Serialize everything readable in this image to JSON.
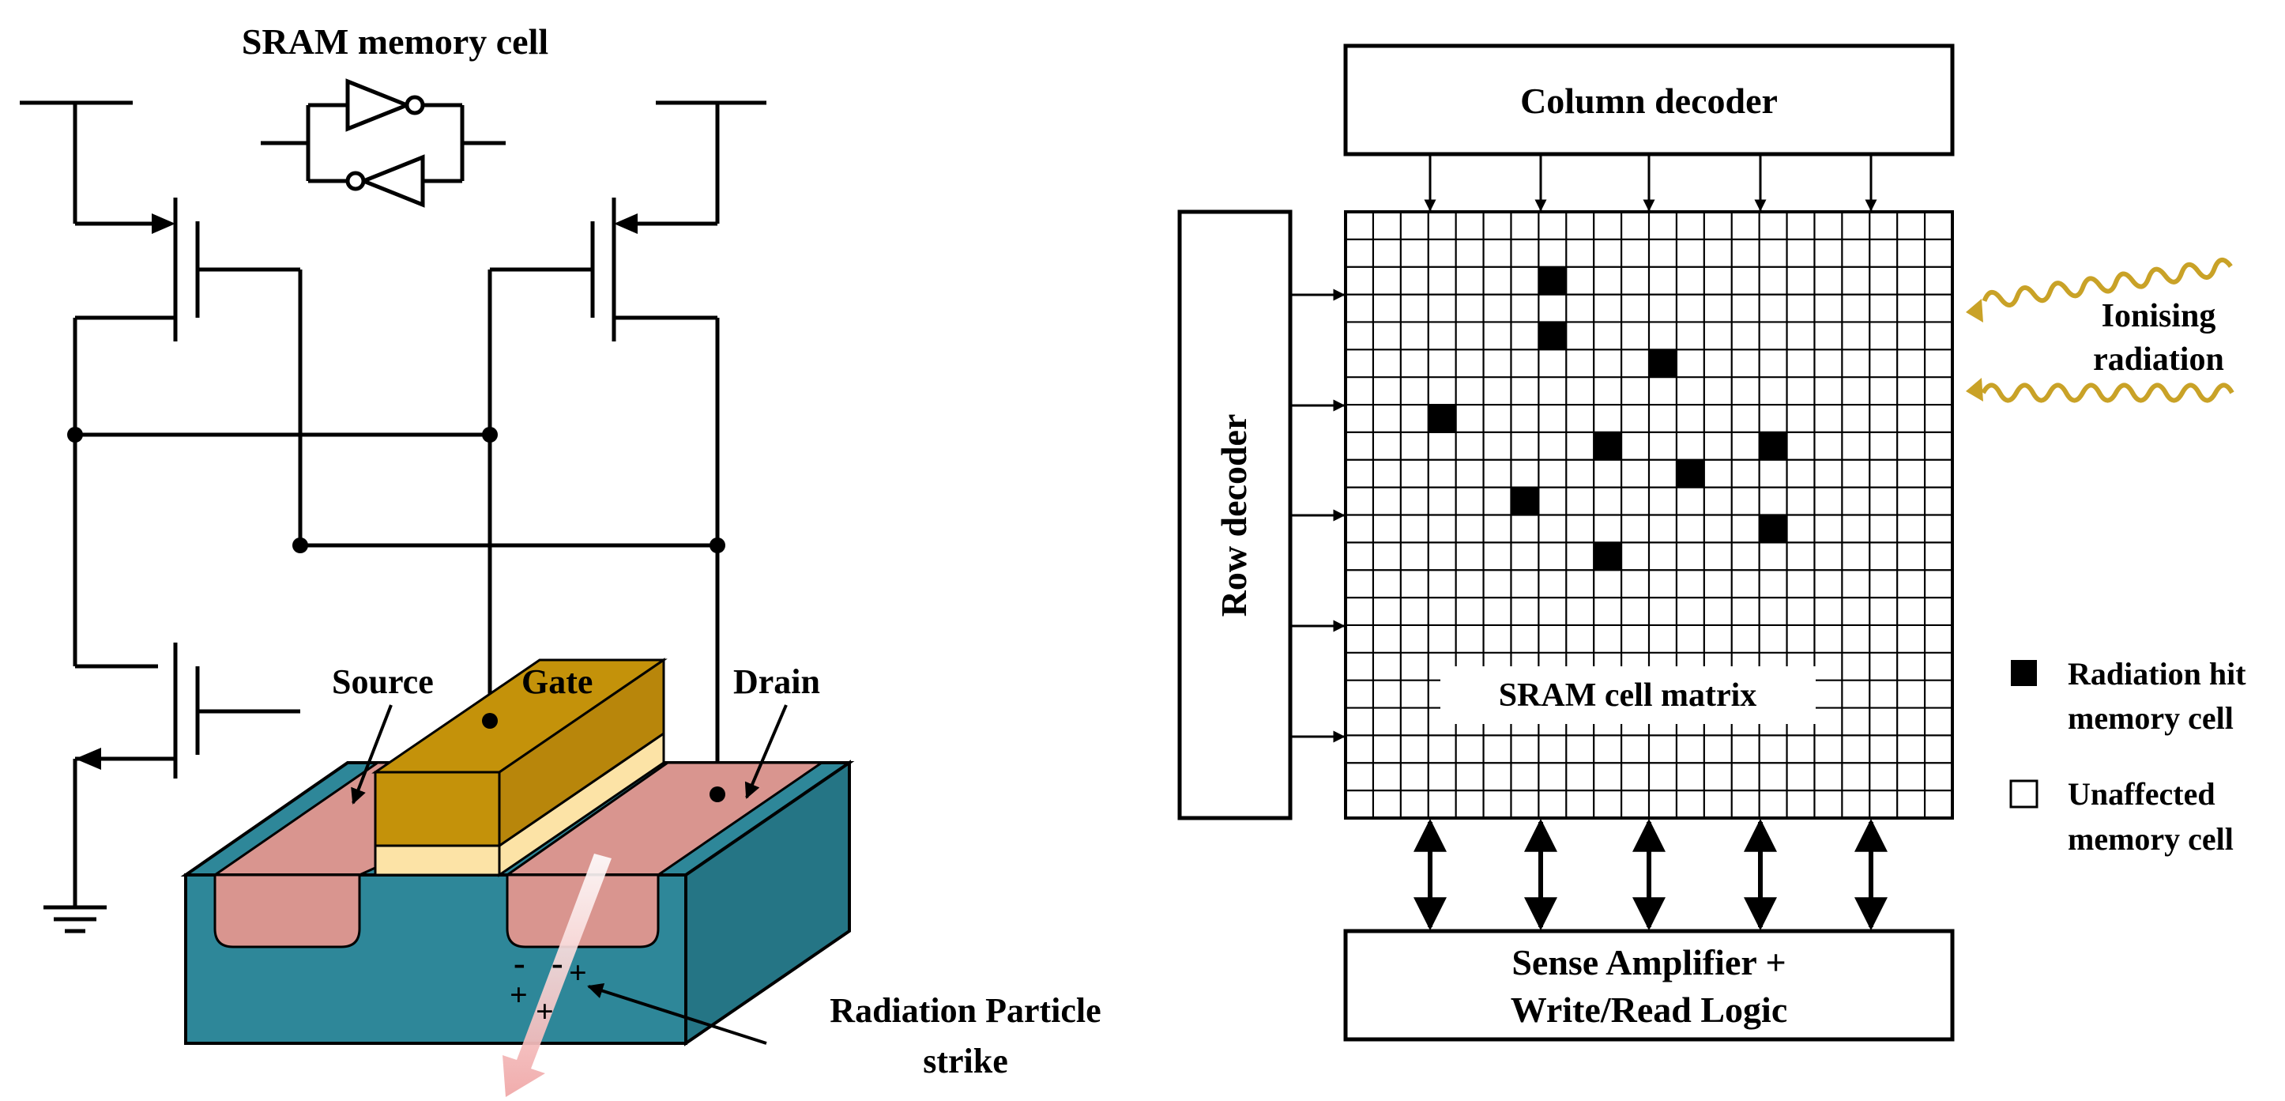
{
  "sram_cell": {
    "title": "SRAM memory cell",
    "labels": {
      "source": "Source",
      "gate": "Gate",
      "drain": "Drain",
      "particle_line1": "Radiation Particle",
      "particle_line2": "strike",
      "charge_symbols": "- - + + +"
    }
  },
  "memory_array": {
    "column_decoder": "Column decoder",
    "row_decoder": "Row decoder",
    "matrix_label": "SRAM cell matrix",
    "sense_amp_line1": "Sense Amplifier +",
    "sense_amp_line2": "Write/Read Logic",
    "radiation_line1": "Ionising",
    "radiation_line2": "radiation",
    "grid": {
      "rows": 22,
      "cols": 22,
      "hit_cells": [
        [
          2,
          7
        ],
        [
          4,
          7
        ],
        [
          5,
          11
        ],
        [
          7,
          3
        ],
        [
          8,
          9
        ],
        [
          8,
          15
        ],
        [
          9,
          12
        ],
        [
          10,
          6
        ],
        [
          11,
          15
        ],
        [
          12,
          9
        ]
      ]
    }
  },
  "legend": {
    "hit_line1": "Radiation hit",
    "hit_line2": "memory cell",
    "unaffected_line1": "Unaffected",
    "unaffected_line2": "memory cell"
  },
  "colors": {
    "gate": "#c4920a",
    "gate_front": "#b8860b",
    "oxide": "#fce3a6",
    "diffusion": "#d9958f",
    "substrate": "#2e8799",
    "radiation_wave": "#c9a227",
    "particle_track": "#f0a8a8"
  }
}
